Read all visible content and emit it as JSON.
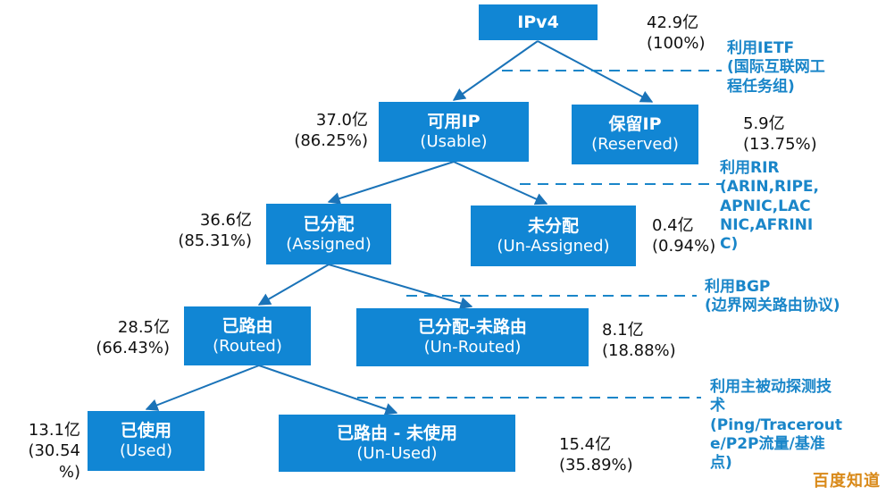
{
  "colors": {
    "node": "#1186d4",
    "line": "#1a73b8",
    "note": "#1a86c9"
  },
  "nodes": {
    "ipv4": {
      "title": "IPv4",
      "sub": "",
      "value": "42.9亿",
      "pct": "(100%)"
    },
    "usable": {
      "title": "可用IP",
      "sub": "(Usable)",
      "value": "37.0亿",
      "pct": "(86.25%)"
    },
    "reserved": {
      "title": "保留IP",
      "sub": "(Reserved)",
      "value": "5.9亿",
      "pct": "(13.75%)"
    },
    "assigned": {
      "title": "已分配",
      "sub": "(Assigned)",
      "value": "36.6亿",
      "pct": "(85.31%)"
    },
    "unassigned": {
      "title": "未分配",
      "sub": "(Un-Assigned)",
      "value": "0.4亿",
      "pct": "(0.94%)"
    },
    "routed": {
      "title": "已路由",
      "sub": "(Routed)",
      "value": "28.5亿",
      "pct": "(66.43%)"
    },
    "unrouted": {
      "title": "已分配-未路由",
      "sub": "(Un-Routed)",
      "value": "8.1亿",
      "pct": "(18.88%)"
    },
    "used": {
      "title": "已使用",
      "sub": "(Used)",
      "value": "13.1亿",
      "pct": "(30.54\n%)"
    },
    "unused": {
      "title": "已路由 - 未使用",
      "sub": "(Un-Used)",
      "value": "15.4亿",
      "pct": "(35.89%)"
    }
  },
  "notes": {
    "ietf": "利用IETF\n(国际互联网工\n程任务组)",
    "rir": "利用RIR\n(ARIN,RIPE,\nAPNIC,LAC\nNIC,AFRINI\nC)",
    "bgp": "利用BGP\n(边界网关路由协议)",
    "probe": "利用主被动探测技\n术\n(Ping/Tracerout\ne/P2P流量/基准\n点)"
  },
  "watermark": "百度知道"
}
